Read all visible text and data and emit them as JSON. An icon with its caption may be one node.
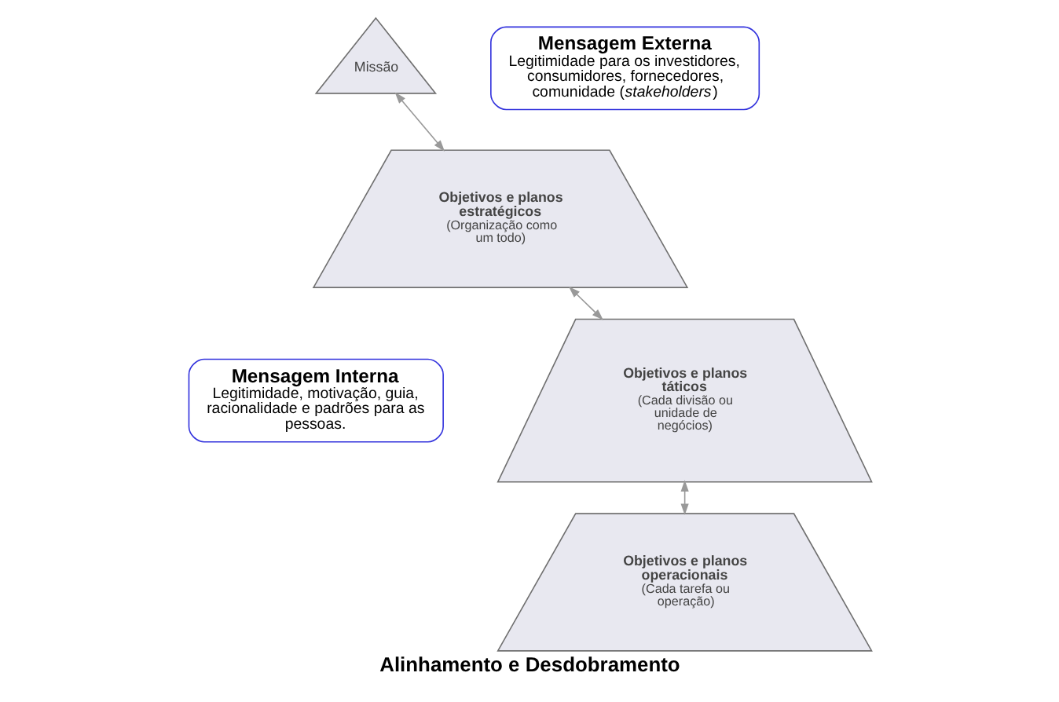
{
  "diagram": {
    "caption": "Alinhamento e Desdobramento",
    "nodes": [
      {
        "text": [
          "Missão"
        ]
      },
      {
        "text": [
          "Mensagem Externa",
          "Legitimidade para os investidores, consumidores, fornecedores, comunidade (*stakeholders*)"
        ]
      },
      {
        "text": [
          "Objetivos e planos estratégicos",
          "(Organização como um todo)"
        ]
      },
      {
        "text": [
          "Mensagem Interna",
          "Legitimidade, motivação, guia, racionalidade e padrões para as pessoas."
        ]
      },
      {
        "text": [
          "Objetivos e planos táticos",
          "(Cada divisão ou unidade de negócios)"
        ]
      },
      {
        "text": [
          "Objetivos e planos operacionais",
          "(Cada tarefa ou operação)"
        ]
      }
    ],
    "edges": [
      {
        "from": 0,
        "to": 2,
        "arrow": "both"
      },
      {
        "from": 2,
        "to": 4,
        "arrow": "both"
      },
      {
        "from": 4,
        "to": 5,
        "arrow": "both"
      }
    ]
  }
}
